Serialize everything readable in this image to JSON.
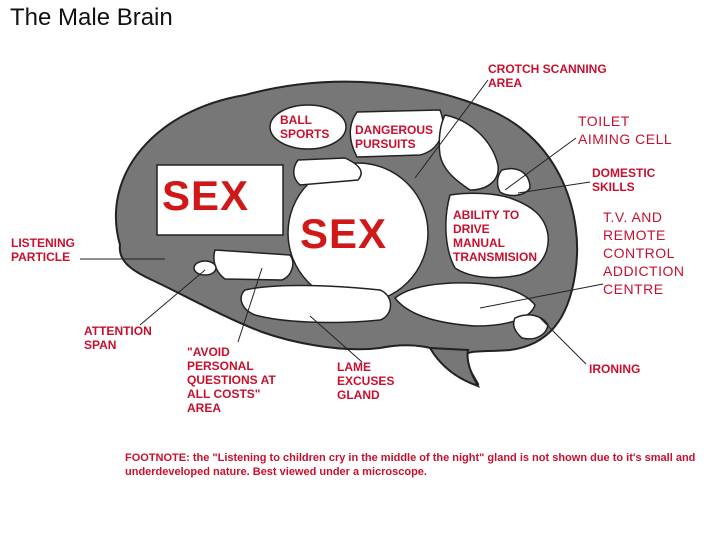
{
  "title": "The Male Brain",
  "colors": {
    "brain": "#777777",
    "outline": "#222222",
    "text": "#c8102e",
    "sex": "#d01818"
  },
  "regions": {
    "sex_left": "SEX",
    "sex_center": "SEX",
    "ball_sports": "BALL\nSPORTS",
    "dangerous_pursuits": "DANGEROUS\nPURSUITS",
    "ability_to_drive": "ABILITY TO\nDRIVE\nMANUAL\nTRANSMISION"
  },
  "labels": {
    "crotch_scanning": "CROTCH SCANNING\nAREA",
    "toilet_aiming": "TOILET\nAIMING CELL",
    "domestic_skills": "DOMESTIC\nSKILLS",
    "tv_remote": "T.V. AND\nREMOTE\nCONTROL\nADDICTION\nCENTRE",
    "listening_particle": "LISTENING\nPARTICLE",
    "attention_span": "ATTENTION\nSPAN",
    "avoid_questions": "\"AVOID\nPERSONAL\nQUESTIONS AT\nALL COSTS\"\nAREA",
    "lame_excuses": "LAME\nEXCUSES\nGLAND",
    "ironing": "IRONING"
  },
  "footnote": "FOOTNOTE: the \"Listening to children cry in the middle of the night\" gland is not shown due to it's small and underdeveloped nature.  Best viewed under a microscope."
}
